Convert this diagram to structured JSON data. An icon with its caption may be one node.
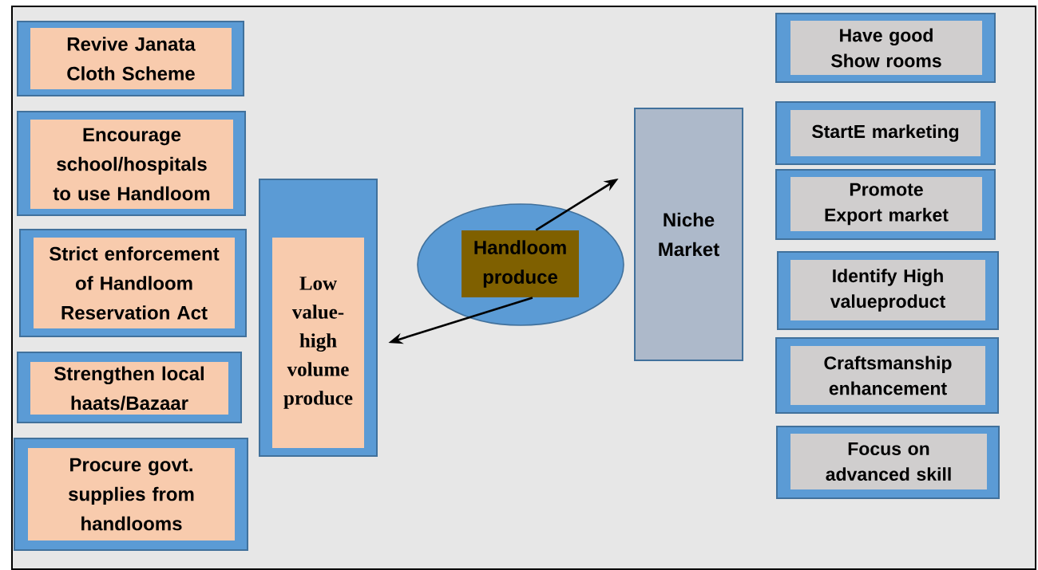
{
  "diagram": {
    "nodes": [
      {
        "text": [
          "Revive Janata Cloth Scheme"
        ]
      },
      {
        "text": [
          "Encourage school/hospitals to use Handloom"
        ]
      },
      {
        "text": [
          "Strict enforcement of Handloom Reservation Act"
        ]
      },
      {
        "text": [
          "Strengthen local haats/Bazaar"
        ]
      },
      {
        "text": [
          "Procure govt. supplies from handlooms"
        ]
      },
      {
        "text": [
          "Low value-high volume produce"
        ]
      },
      {
        "text": [
          "Handloom produce"
        ]
      },
      {
        "text": [
          "Niche Market"
        ]
      },
      {
        "text": [
          "Have good Show rooms"
        ]
      },
      {
        "text": [
          "StartE marketing"
        ]
      },
      {
        "text": [
          "Promote Export market"
        ]
      },
      {
        "text": [
          "Identify High valueproduct"
        ]
      },
      {
        "text": [
          "Craftsmanship enhancement"
        ]
      },
      {
        "text": [
          "Focus on advanced skill"
        ]
      }
    ],
    "edges": [
      {
        "from": 6,
        "to": 7,
        "arrow": "to"
      },
      {
        "from": 6,
        "to": 5,
        "arrow": "to"
      }
    ]
  }
}
